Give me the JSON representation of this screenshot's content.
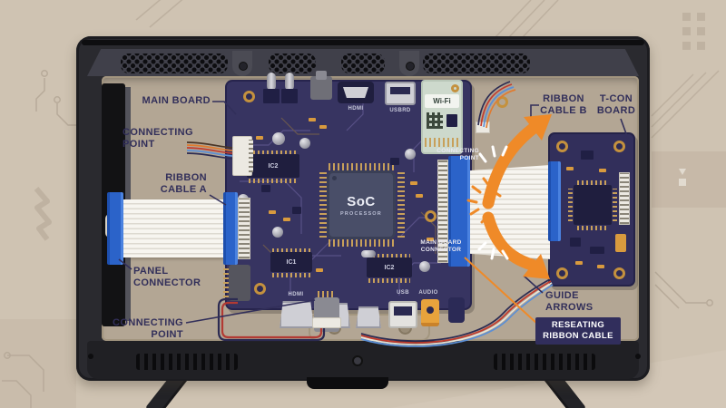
{
  "callouts": {
    "main_board": "MAIN BOARD",
    "connecting_point_top": "CONNECTING\nPOINT",
    "ribbon_cable_a": "RIBBON\nCABLE A",
    "panel_connector": "PANEL\nCONNECTOR",
    "connecting_point_bottom": "CONNECTING\nPOINT",
    "ribbon_cable_b": "RIBBON\nCABLE B",
    "t_con_board": "T-CON\nBOARD",
    "guide_arrows": "GUIDE\nARROWS"
  },
  "badge": {
    "label": "RESEATING\nRIBBON CABLE"
  },
  "board_text": {
    "hdmi_top": "HDMI",
    "usb_top": "USBRD",
    "wifi": "Wi-Fi",
    "ic2_top": "IC2",
    "soc": "SoC",
    "soc_subtitle": "PROCESSOR",
    "ic1_bottom": "IC1",
    "ic2_bottom": "IC2",
    "hdmi_bottom": "HDMI",
    "usb_bottom": "USB",
    "audio_bottom": "AUDIO",
    "connecting_point_onboard": "CONNECTING\nPOINT",
    "main_board_connector": "MAIN BOARD\nCONNECTOR"
  },
  "colors": {
    "background": "#cfc3b2",
    "cavity": "#b3a694",
    "tv_shell": "#2a2a2f",
    "pcb_navy": "#373461",
    "accent_orange": "#ef8a28",
    "connector_blue": "#2b63c9",
    "label_navy": "#322f5a",
    "badge_bg": "#312e5c",
    "badge_text": "#ffffff"
  }
}
